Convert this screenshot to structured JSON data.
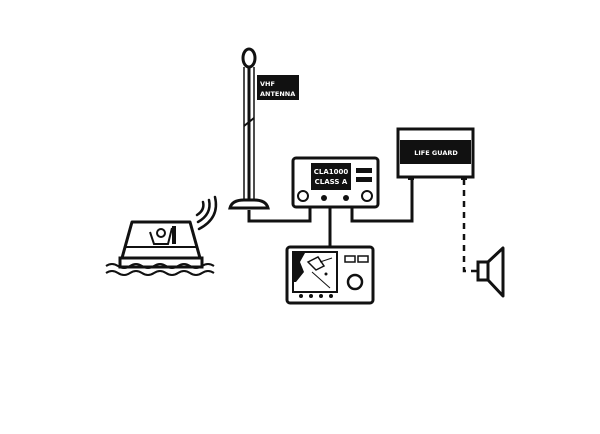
{
  "labels": {
    "antenna_line1": "VHF",
    "antenna_line2": "ANTENNA",
    "transponder_line1": "CLA1000",
    "transponder_line2": "CLASS A",
    "alarm": "LIFE GUARD"
  },
  "icons": [
    "life-raft-icon",
    "signal-waves-icon",
    "vhf-antenna-icon",
    "ais-transponder-icon",
    "chart-plotter-icon",
    "alarm-unit-icon",
    "speaker-icon"
  ],
  "colors": {
    "stroke": "#111111",
    "label_bg": "#111111",
    "background": "#ffffff"
  }
}
